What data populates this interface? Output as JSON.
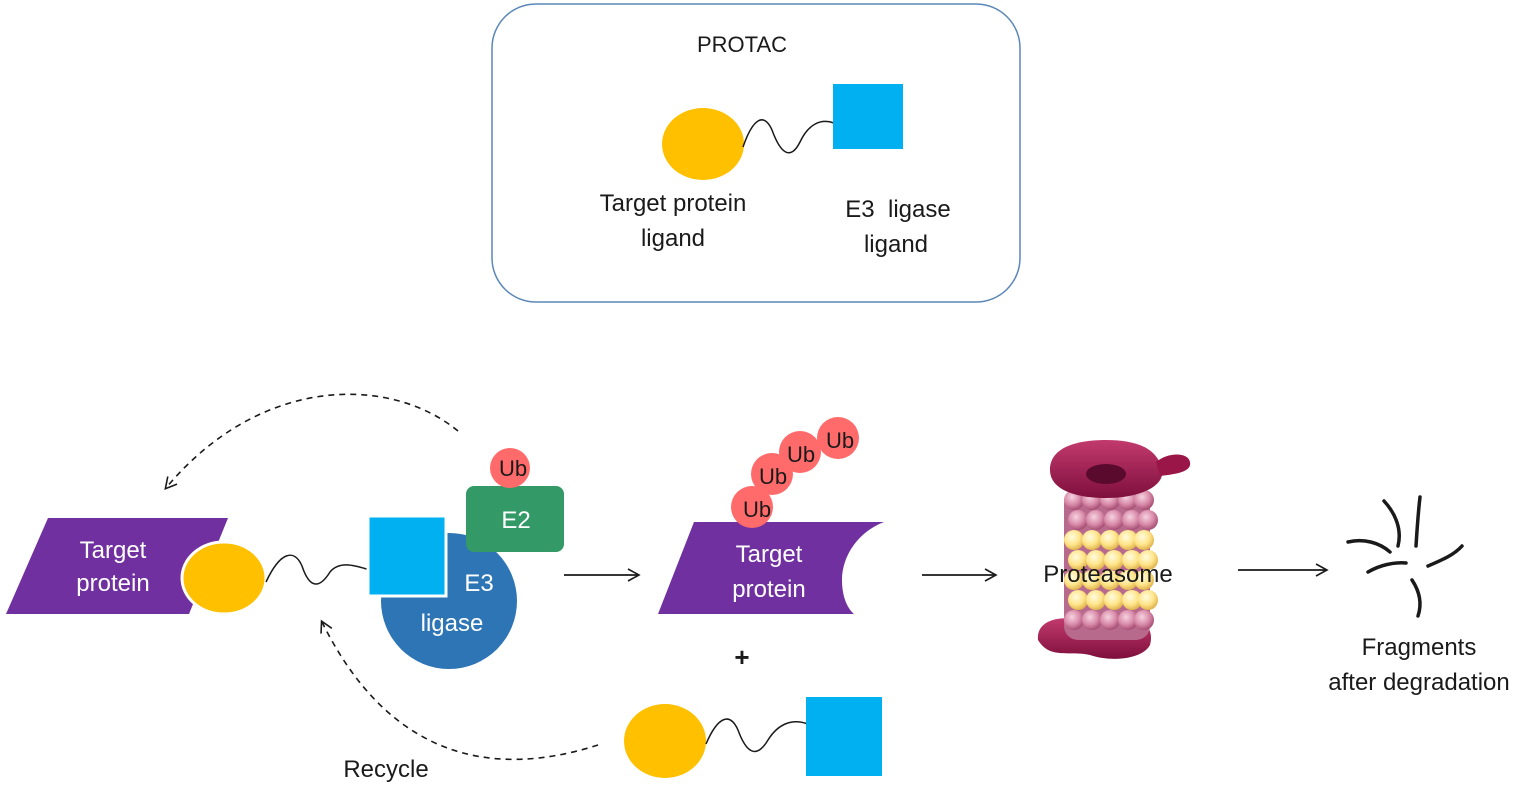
{
  "protac_box": {
    "title": "PROTAC",
    "target_ligand_label_line1": "Target protein",
    "target_ligand_label_line2": "ligand",
    "e3_ligand_label_line1": "E3  ligase",
    "e3_ligand_label_line2": "ligand"
  },
  "ternary_complex": {
    "target_protein_line1": "Target",
    "target_protein_line2": "protein",
    "e3_ligase_line1": "E3",
    "e3_ligase_line2": "ligase",
    "e2_label": "E2",
    "ub_label": "Ub"
  },
  "ubiquitinated": {
    "target_protein_line1": "Target",
    "target_protein_line2": "protein",
    "ub_labels": [
      "Ub",
      "Ub",
      "Ub",
      "Ub"
    ],
    "plus_sign": "+"
  },
  "proteasome": {
    "label": "Proteasome"
  },
  "fragments": {
    "label_line1": "Fragments",
    "label_line2": "after degradation"
  },
  "recycle": {
    "label": "Recycle"
  },
  "colors": {
    "target_protein": "#7030a0",
    "ligand_yellow": "#ffc000",
    "e3_ligand_blue": "#00b0f0",
    "e3_ligase": "#2e75b6",
    "e2": "#339966",
    "ubiquitin": "#ff6b6b",
    "proteasome_dark": "#a0184e",
    "proteasome_pink": "#d88aa8",
    "proteasome_cream": "#ffe58a",
    "box_border": "#5b87b8"
  }
}
